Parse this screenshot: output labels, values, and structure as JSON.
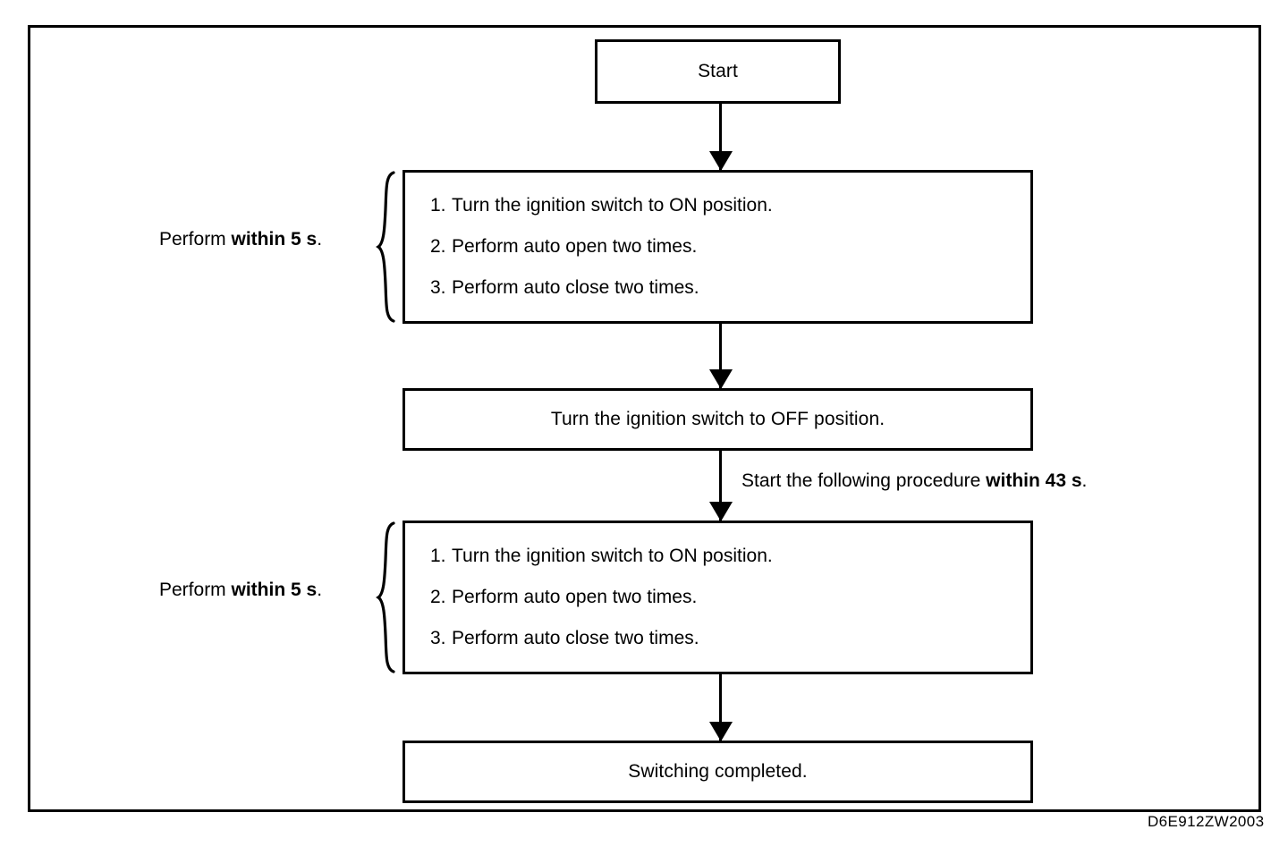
{
  "diagram": {
    "reference_code": "D6E912ZW2003",
    "nodes": {
      "start": {
        "label": "Start"
      },
      "procedure_one": {
        "steps": [
          {
            "number": "1.",
            "text": "Turn the ignition switch to ON position."
          },
          {
            "number": "2.",
            "text": "Perform auto open two times."
          },
          {
            "number": "3.",
            "text": "Perform auto close two times."
          }
        ]
      },
      "ignition_off": {
        "label": "Turn the ignition switch to OFF position."
      },
      "procedure_two": {
        "steps": [
          {
            "number": "1.",
            "text": "Turn the ignition switch to ON position."
          },
          {
            "number": "2.",
            "text": "Perform auto open two times."
          },
          {
            "number": "3.",
            "text": "Perform auto close two times."
          }
        ]
      },
      "completed": {
        "label": "Switching completed."
      }
    },
    "labels": {
      "timing_one": {
        "prefix": "Perform ",
        "emphasis": "within 5 s",
        "suffix": "."
      },
      "timing_two": {
        "prefix": "Perform ",
        "emphasis": "within 5 s",
        "suffix": "."
      },
      "transition_annotation": {
        "prefix": "Start the following procedure ",
        "emphasis": "within 43 s",
        "suffix": "."
      }
    }
  }
}
